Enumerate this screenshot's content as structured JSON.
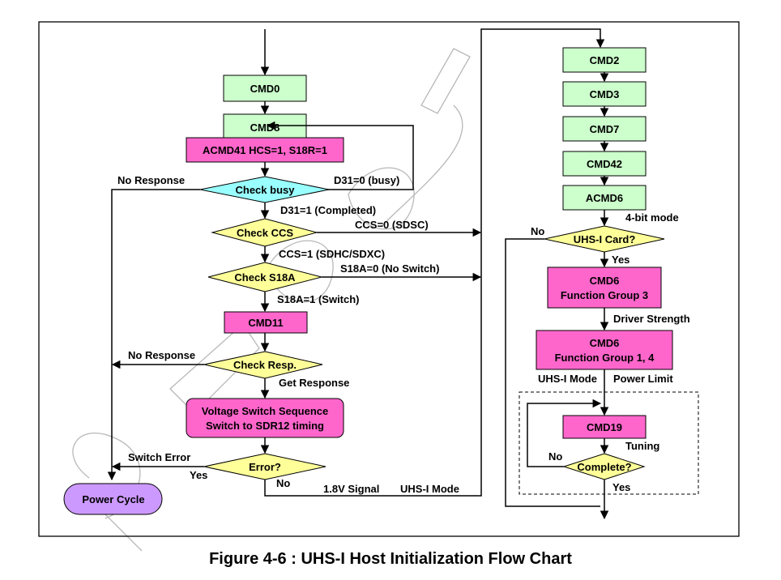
{
  "colors": {
    "green": "#ccffcc",
    "pink": "#ff66cc",
    "cyan": "#99ffff",
    "yellow": "#ffff99",
    "purple": "#cc99ff",
    "line": "#000000"
  },
  "nodes": {
    "cmd0": "CMD0",
    "cmd8": "CMD8",
    "acmd41": "ACMD41 HCS=1, S18R=1",
    "check_busy": "Check busy",
    "check_ccs": "Check CCS",
    "check_s18a": "Check S18A",
    "cmd11": "CMD11",
    "check_resp": "Check Resp.",
    "voltage_switch_line1": "Voltage Switch Sequence",
    "voltage_switch_line2": "Switch to SDR12 timing",
    "error": "Error?",
    "power_cycle": "Power Cycle",
    "cmd2": "CMD2",
    "cmd3": "CMD3",
    "cmd7": "CMD7",
    "cmd42": "CMD42",
    "acmd6": "ACMD6",
    "uhs_card": "UHS-I Card?",
    "cmd6_g3_line1": "CMD6",
    "cmd6_g3_line2": "Function Group 3",
    "cmd6_g14_line1": "CMD6",
    "cmd6_g14_line2": "Function Group 1, 4",
    "cmd19": "CMD19",
    "complete": "Complete?"
  },
  "edges": {
    "no_response_1": "No Response",
    "d31_busy": "D31=0 (busy)",
    "d31_completed": "D31=1 (Completed)",
    "ccs0": "CCS=0 (SDSC)",
    "ccs1": "CCS=1 (SDHC/SDXC)",
    "s18a0": "S18A=0 (No Switch)",
    "s18a1": "S18A=1 (Switch)",
    "no_response_2": "No Response",
    "get_response": "Get Response",
    "switch_error": "Switch Error",
    "yes_error": "Yes",
    "no_error": "No",
    "signal_18v": "1.8V Signal",
    "uhs_mode_left": "UHS-I Mode",
    "four_bit": "4-bit mode",
    "no_uhs": "No",
    "yes_uhs": "Yes",
    "driver_strength": "Driver Strength",
    "uhs_mode_right": "UHS-I Mode",
    "power_limit": "Power Limit",
    "tuning": "Tuning",
    "no_complete": "No",
    "yes_complete": "Yes"
  },
  "caption": "Figure 4-6 : UHS-I Host Initialization Flow Chart"
}
